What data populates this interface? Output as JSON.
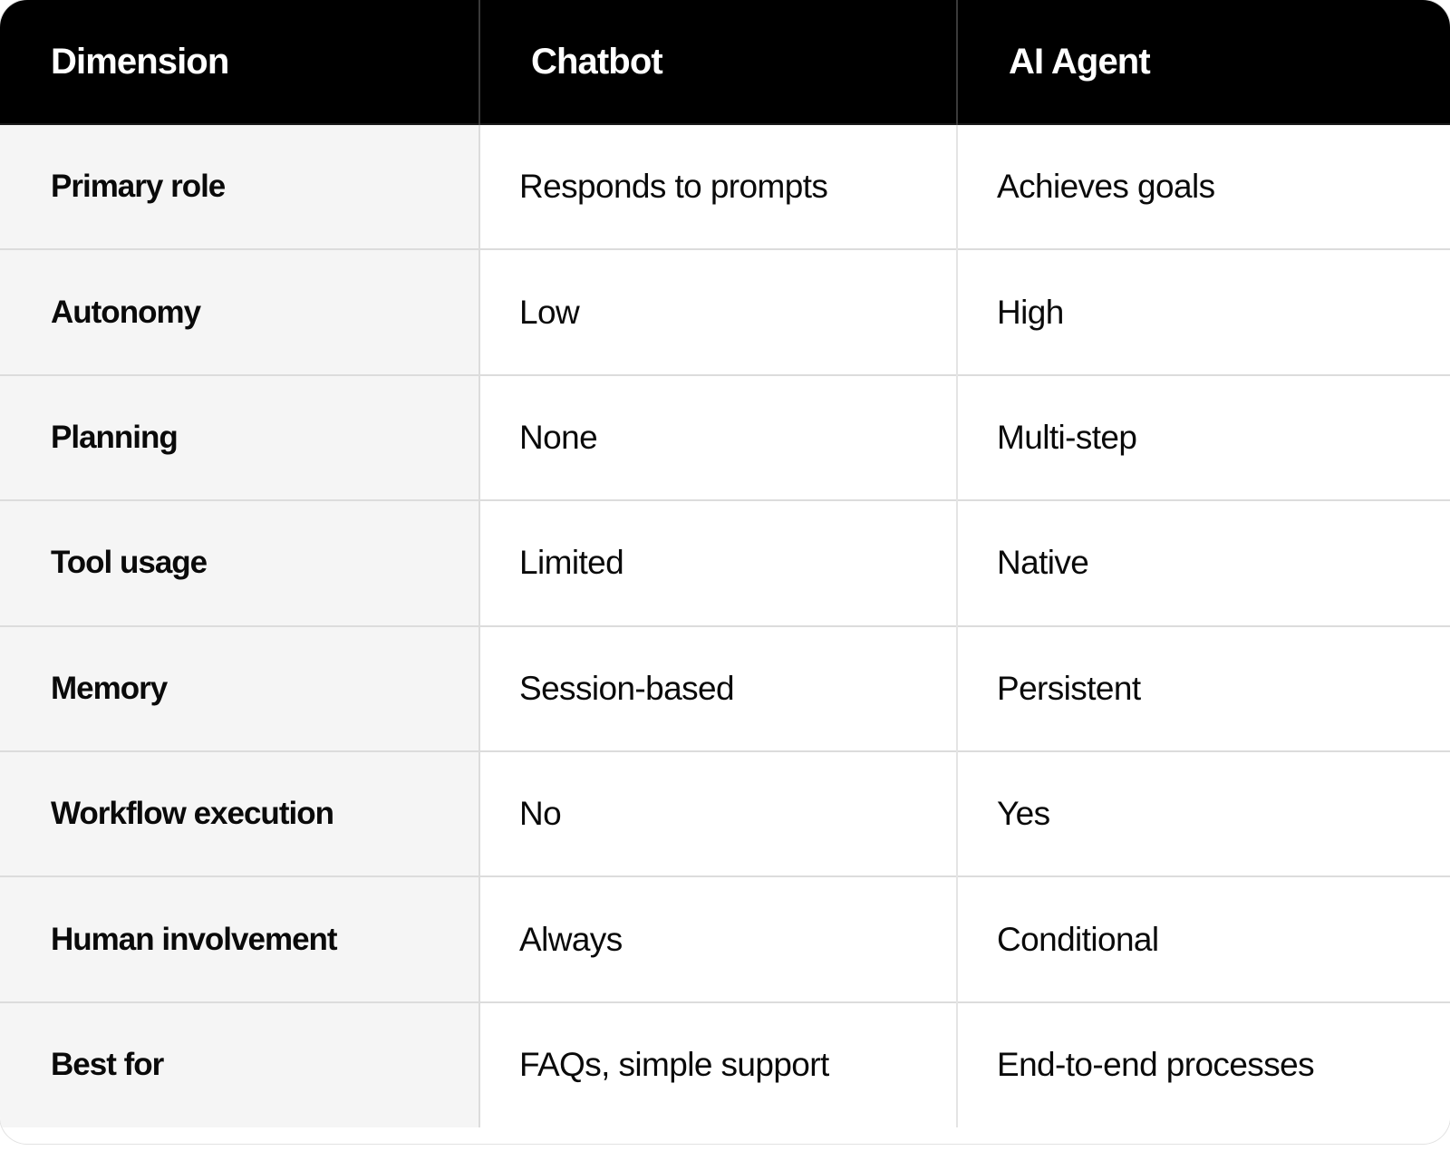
{
  "table": {
    "columns": [
      {
        "key": "dimension",
        "label": "Dimension"
      },
      {
        "key": "chatbot",
        "label": "Chatbot"
      },
      {
        "key": "ai_agent",
        "label": "AI Agent"
      }
    ],
    "rows": [
      {
        "dimension": "Primary role",
        "chatbot": "Responds to prompts",
        "ai_agent": "Achieves goals"
      },
      {
        "dimension": "Autonomy",
        "chatbot": "Low",
        "ai_agent": "High"
      },
      {
        "dimension": "Planning",
        "chatbot": "None",
        "ai_agent": "Multi-step"
      },
      {
        "dimension": "Tool usage",
        "chatbot": "Limited",
        "ai_agent": "Native"
      },
      {
        "dimension": "Memory",
        "chatbot": "Session-based",
        "ai_agent": "Persistent"
      },
      {
        "dimension": "Workflow execution",
        "chatbot": "No",
        "ai_agent": "Yes"
      },
      {
        "dimension": "Human involvement",
        "chatbot": "Always",
        "ai_agent": "Conditional"
      },
      {
        "dimension": "Best for",
        "chatbot": "FAQs, simple support",
        "ai_agent": "End-to-end processes"
      }
    ]
  },
  "colors": {
    "header_background": "#000000",
    "header_text": "#ffffff",
    "first_column_background": "#f5f5f5",
    "cell_background": "#ffffff",
    "cell_text": "#0a0a0a",
    "grid_line": "#dcdcdc",
    "outer_border": "#e2e2e2"
  }
}
